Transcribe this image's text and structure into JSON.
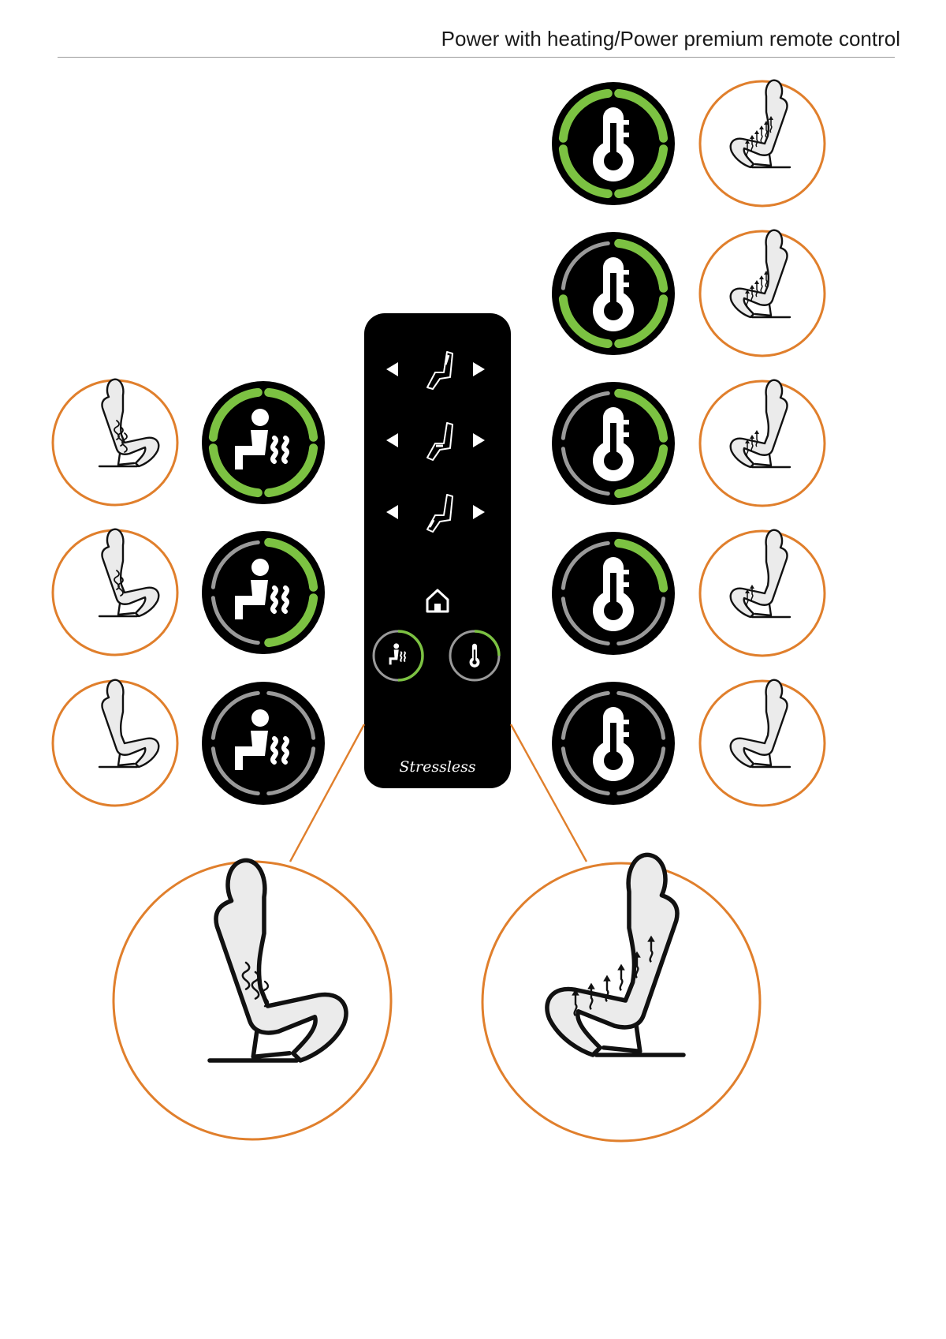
{
  "header": {
    "title": "Power with heating/Power premium remote control"
  },
  "remote": {
    "brand_label": "Stressless",
    "controls": [
      {
        "name": "back-adjust",
        "icon": "chair-back-icon"
      },
      {
        "name": "seat-adjust",
        "icon": "chair-seat-icon"
      },
      {
        "name": "leg-adjust",
        "icon": "chair-leg-icon"
      }
    ],
    "home_icon": "home-icon",
    "massage_button_icon": "massage-icon",
    "heat_button_icon": "thermometer-icon"
  },
  "massage_levels": [
    {
      "level": "high",
      "active_fraction": 1.0
    },
    {
      "level": "low",
      "active_fraction": 0.5
    },
    {
      "level": "off",
      "active_fraction": 0.0
    }
  ],
  "heat_levels": [
    {
      "level": "4",
      "active_fraction": 1.0
    },
    {
      "level": "3",
      "active_fraction": 0.75
    },
    {
      "level": "2",
      "active_fraction": 0.5
    },
    {
      "level": "1",
      "active_fraction": 0.25
    },
    {
      "level": "off",
      "active_fraction": 0.0
    }
  ],
  "colors": {
    "accent_orange": "#e07f2c",
    "active_green": "#7cc242",
    "inactive_gray": "#9a9a9a",
    "remote_black": "#000000"
  }
}
